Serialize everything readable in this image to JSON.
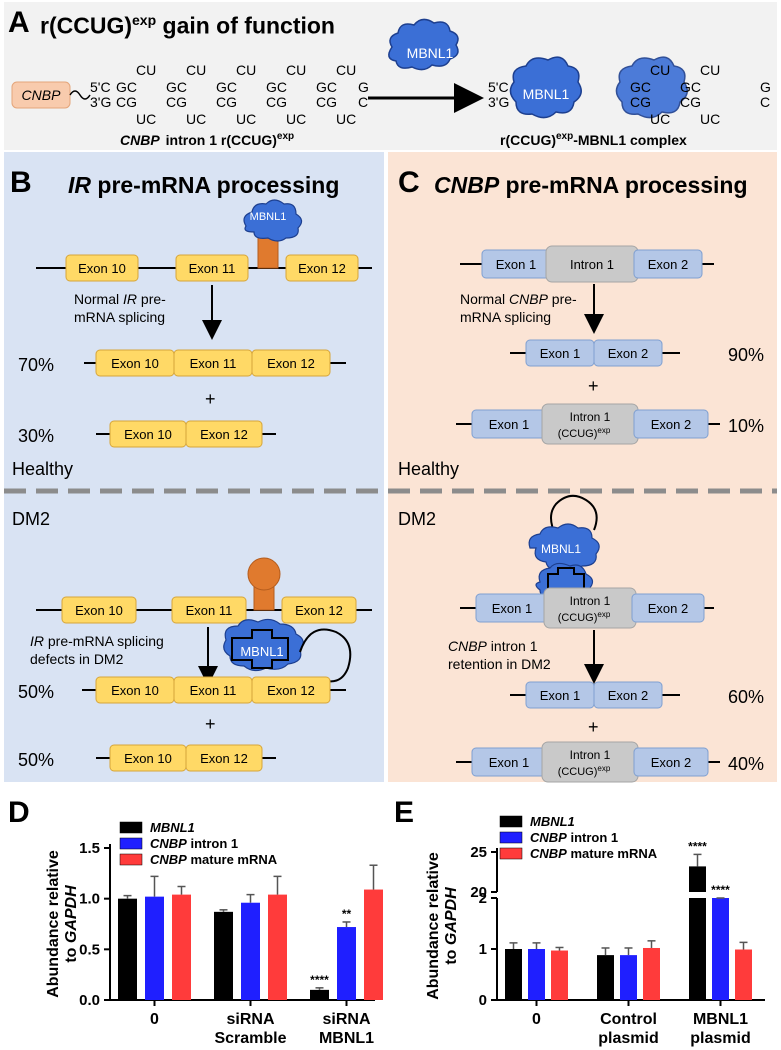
{
  "panelA": {
    "label": "A",
    "title_main": "r(CCUG)",
    "title_sup": "exp",
    "title_rest": " gain of function",
    "cnbp_box": "CNBP",
    "five": "5'C",
    "three": "3'G",
    "top_pairs": [
      "CU",
      "CU",
      "CU",
      "CU",
      "CU"
    ],
    "mid_top": [
      "GC",
      "GC",
      "GC",
      "GC",
      "GC"
    ],
    "mid_bot": [
      "CG",
      "CG",
      "CG",
      "CG",
      "CG"
    ],
    "bot_pairs": [
      "UC",
      "UC",
      "UC",
      "UC",
      "UC"
    ],
    "end_g": "G",
    "end_c": "C",
    "caption_gene": "CNBP",
    "caption_rest": "intron 1 r(CCUG)",
    "caption_sup": "exp",
    "mbnl1_free": "MBNL1",
    "complex_mbnl1": "MBNL1",
    "complex_caption_a": "r(CCUG)",
    "complex_caption_sup": "exp",
    "complex_caption_b": "-MBNL1 complex",
    "complex_pairs_top": [
      "CU",
      "CU"
    ],
    "complex_mid_top": [
      "GC",
      "GC"
    ],
    "complex_mid_bot": [
      "CG",
      "CG"
    ],
    "complex_pairs_bot": [
      "UC",
      "UC"
    ]
  },
  "panelB": {
    "label": "B",
    "title_gene": "IR",
    "title_rest": " pre-mRNA processing",
    "exons": [
      "Exon 10",
      "Exon 11",
      "Exon 12"
    ],
    "mbnl1": "MBNL1",
    "normal_text_a": "Normal ",
    "normal_text_gene": "IR",
    "normal_text_b": " pre-",
    "normal_text_c": "mRNA splicing",
    "pct_full_healthy": "70%",
    "pct_skip_healthy": "30%",
    "plus": "+",
    "healthy": "Healthy",
    "dm2": "DM2",
    "defect_gene": "IR",
    "defect_a": " pre-mRNA splicing",
    "defect_b": "defects in DM2",
    "pct_full_dm2": "50%",
    "pct_skip_dm2": "50%"
  },
  "panelC": {
    "label": "C",
    "title_gene": "CNBP",
    "title_rest": " pre-mRNA processing",
    "exon1": "Exon 1",
    "exon2": "Exon 2",
    "intron1": "Intron 1",
    "ccug": "(CCUG)",
    "ccug_sup": "exp",
    "normal_a": "Normal ",
    "normal_gene": "CNBP",
    "normal_b": " pre-",
    "normal_c": "mRNA splicing",
    "pct_spliced_healthy": "90%",
    "pct_retained_healthy": "10%",
    "plus": "+",
    "healthy": "Healthy",
    "dm2": "DM2",
    "mbnl1": "MBNL1",
    "retention_gene": "CNBP",
    "retention_a": " intron 1",
    "retention_b": "retention in DM2",
    "pct_spliced_dm2": "60%",
    "pct_retained_dm2": "40%"
  },
  "panelD": {
    "label": "D"
  },
  "panelE": {
    "label": "E"
  },
  "colors": {
    "exon_yellow": "#ffd966",
    "exon_yellow_border": "#d6a53a",
    "exon_blue": "#b4c7e7",
    "exon_blue_border": "#7f9fd0",
    "intron_gray": "#c9c9c9",
    "mbnl1_blue": "#3b6fd6",
    "receptor_orange": "#e07a2e",
    "cnbp_peach": "#f8cbad",
    "bar_black": "#000000",
    "bar_blue": "#1f1fff",
    "bar_red": "#ff3b3b"
  },
  "chart_data": [
    {
      "type": "bar",
      "panel": "D",
      "ylabel": "Abundance relative to GAPDH",
      "ylim": [
        0,
        1.5
      ],
      "yticks": [
        "0.0",
        "0.5",
        "1.0",
        "1.5"
      ],
      "categories": [
        "0",
        "siRNA\nScramble",
        "siRNA\nMBNL1"
      ],
      "category_lines": [
        [
          "0"
        ],
        [
          "siRNA",
          "Scramble"
        ],
        [
          "siRNA",
          "MBNL1"
        ]
      ],
      "series": [
        {
          "name": "MBNL1",
          "italic": "full",
          "color": "#000000",
          "values": [
            1.0,
            0.87,
            0.1
          ],
          "errors": [
            0.03,
            0.02,
            0.02
          ]
        },
        {
          "name": "CNBP intron 1",
          "italic": "CNBP",
          "rest": " intron 1",
          "color": "#1f1fff",
          "values": [
            1.02,
            0.96,
            0.72
          ],
          "errors": [
            0.2,
            0.08,
            0.05
          ]
        },
        {
          "name": "CNBP mature mRNA",
          "italic": "CNBP",
          "rest": " mature mRNA",
          "color": "#ff3b3b",
          "values": [
            1.04,
            1.04,
            1.09
          ],
          "errors": [
            0.08,
            0.18,
            0.24
          ]
        }
      ],
      "significance": [
        {
          "category": 2,
          "series": 0,
          "label": "****"
        },
        {
          "category": 2,
          "series": 1,
          "label": "**"
        }
      ]
    },
    {
      "type": "bar",
      "panel": "E",
      "ylabel": "Abundance relative to GAPDH",
      "broken_axis": true,
      "lower_ylim": [
        0,
        2
      ],
      "upper_ylim": [
        20,
        25
      ],
      "yticks_lower": [
        "0",
        "1",
        "2"
      ],
      "yticks_upper": [
        "20",
        "25"
      ],
      "categories": [
        "0",
        "Control\nplasmid",
        "MBNL1\nplasmid"
      ],
      "category_lines": [
        [
          "0"
        ],
        [
          "Control",
          "plasmid"
        ],
        [
          "MBNL1",
          "plasmid"
        ]
      ],
      "series": [
        {
          "name": "MBNL1",
          "italic": "full",
          "color": "#000000",
          "values": [
            1.0,
            0.88,
            23.2
          ],
          "errors": [
            0.12,
            0.14,
            1.5
          ]
        },
        {
          "name": "CNBP intron 1",
          "italic": "CNBP",
          "rest": " intron 1",
          "color": "#1f1fff",
          "values": [
            1.0,
            0.88,
            2.22
          ],
          "errors": [
            0.12,
            0.14,
            0.14
          ]
        },
        {
          "name": "CNBP mature mRNA",
          "italic": "CNBP",
          "rest": " mature mRNA",
          "color": "#ff3b3b",
          "values": [
            0.97,
            1.02,
            0.99
          ],
          "errors": [
            0.06,
            0.14,
            0.14
          ]
        }
      ],
      "significance": [
        {
          "category": 2,
          "series": 0,
          "label": "****"
        },
        {
          "category": 2,
          "series": 1,
          "label": "****"
        }
      ]
    }
  ]
}
